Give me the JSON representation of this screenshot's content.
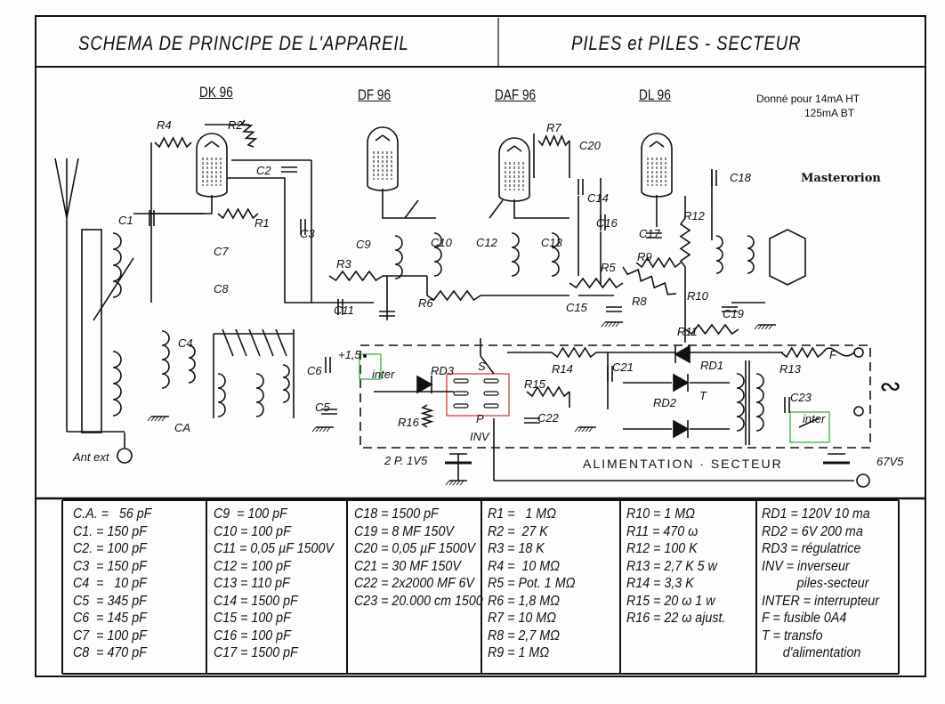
{
  "header": {
    "title_left": "SCHEMA DE PRINCIPE DE L'APPAREIL",
    "title_right": "PILES et PILES - SECTEUR"
  },
  "tubes": [
    "DK 96",
    "DF 96",
    "DAF 96",
    "DL 96"
  ],
  "note": {
    "line1": "Donné pour 14mA HT",
    "line2": "125mA BT"
  },
  "watermark": "Masterorion",
  "labels": {
    "R4": "R4",
    "R2": "R2",
    "C2": "C2",
    "C1": "C1",
    "R1": "R1",
    "C7": "C7",
    "C8": "C8",
    "C3": "C3",
    "C9": "C9",
    "R3": "R3",
    "C10": "C10",
    "C12": "C12",
    "C13": "C13",
    "C14": "C14",
    "C16": "C16",
    "C20": "C20",
    "R7": "R7",
    "R5": "R5",
    "C15": "C15",
    "R6": "R6",
    "C11": "C11",
    "C17": "C17",
    "R9": "R9",
    "R8": "R8",
    "R12": "R12",
    "R10": "R10",
    "C19": "C19",
    "C18": "C18",
    "R11": "R11",
    "C4": "C4",
    "CA": "CA",
    "C6": "C6",
    "C5": "C5",
    "plus15": "+1,5",
    "inter1": "inter",
    "RD3": "RD3",
    "S": "S",
    "R14": "R14",
    "C21": "C21",
    "R15": "R15",
    "C22": "C22",
    "RD1": "RD1",
    "R13": "R13",
    "F": "F",
    "C23": "C23",
    "RD2": "RD2",
    "T": "T",
    "inter2": "inter",
    "P": "P",
    "INV": "INV",
    "R16": "R16",
    "batt": "2 P. 1V5",
    "alim": "ALIMENTATION · SECTEUR",
    "v675": "67V5",
    "antext": "Ant ext",
    "ac": "∾"
  },
  "parts_table": [
    [
      "C.A. =   56 pF",
      "C1. = 150 pF",
      "C2. = 100 pF",
      "C3  = 150 pF",
      "C4  =   10 pF",
      "C5  = 345 pF",
      "C6  = 145 pF",
      "C7  = 100 pF",
      "C8  = 470 pF"
    ],
    [
      "C9  = 100 pF",
      "C10 = 100 pF",
      "C11 = 0,05 µF 1500V",
      "C12 = 100 pF",
      "C13 = 110 pF",
      "C14 = 1500 pF",
      "C15 = 100 pF",
      "C16 = 100 pF",
      "C17 = 1500 pF"
    ],
    [
      "C18 = 1500 pF",
      "C19 = 8 MF 150V",
      "C20 = 0,05 µF 1500V",
      "C21 = 30 MF 150V",
      "C22 = 2x2000 MF 6V",
      "C23 = 20.000 cm 1500"
    ],
    [
      "R1 =   1 MΩ",
      "R2 =  27 K",
      "R3 = 18 K",
      "R4 =  10 MΩ",
      "R5 = Pot. 1 MΩ",
      "R6 = 1,8 MΩ",
      "R7 = 10 MΩ",
      "R8 = 2,7 MΩ",
      "R9 = 1 MΩ"
    ],
    [
      "R10 = 1 MΩ",
      "R11 = 470 ω",
      "R12 = 100 K",
      "R13 = 2,7 K 5 w",
      "R14 = 3,3 K",
      "R15 = 20 ω 1 w",
      "R16 = 22 ω ajust."
    ],
    [
      "RD1 = 120V 10 ma",
      "RD2 = 6V 200 ma",
      "RD3 = régulatrice",
      "INV = inverseur",
      "          piles-secteur",
      "INTER = interrupteur",
      "F = fusible 0A4",
      "T = transfo",
      "      d'alimentation"
    ]
  ]
}
